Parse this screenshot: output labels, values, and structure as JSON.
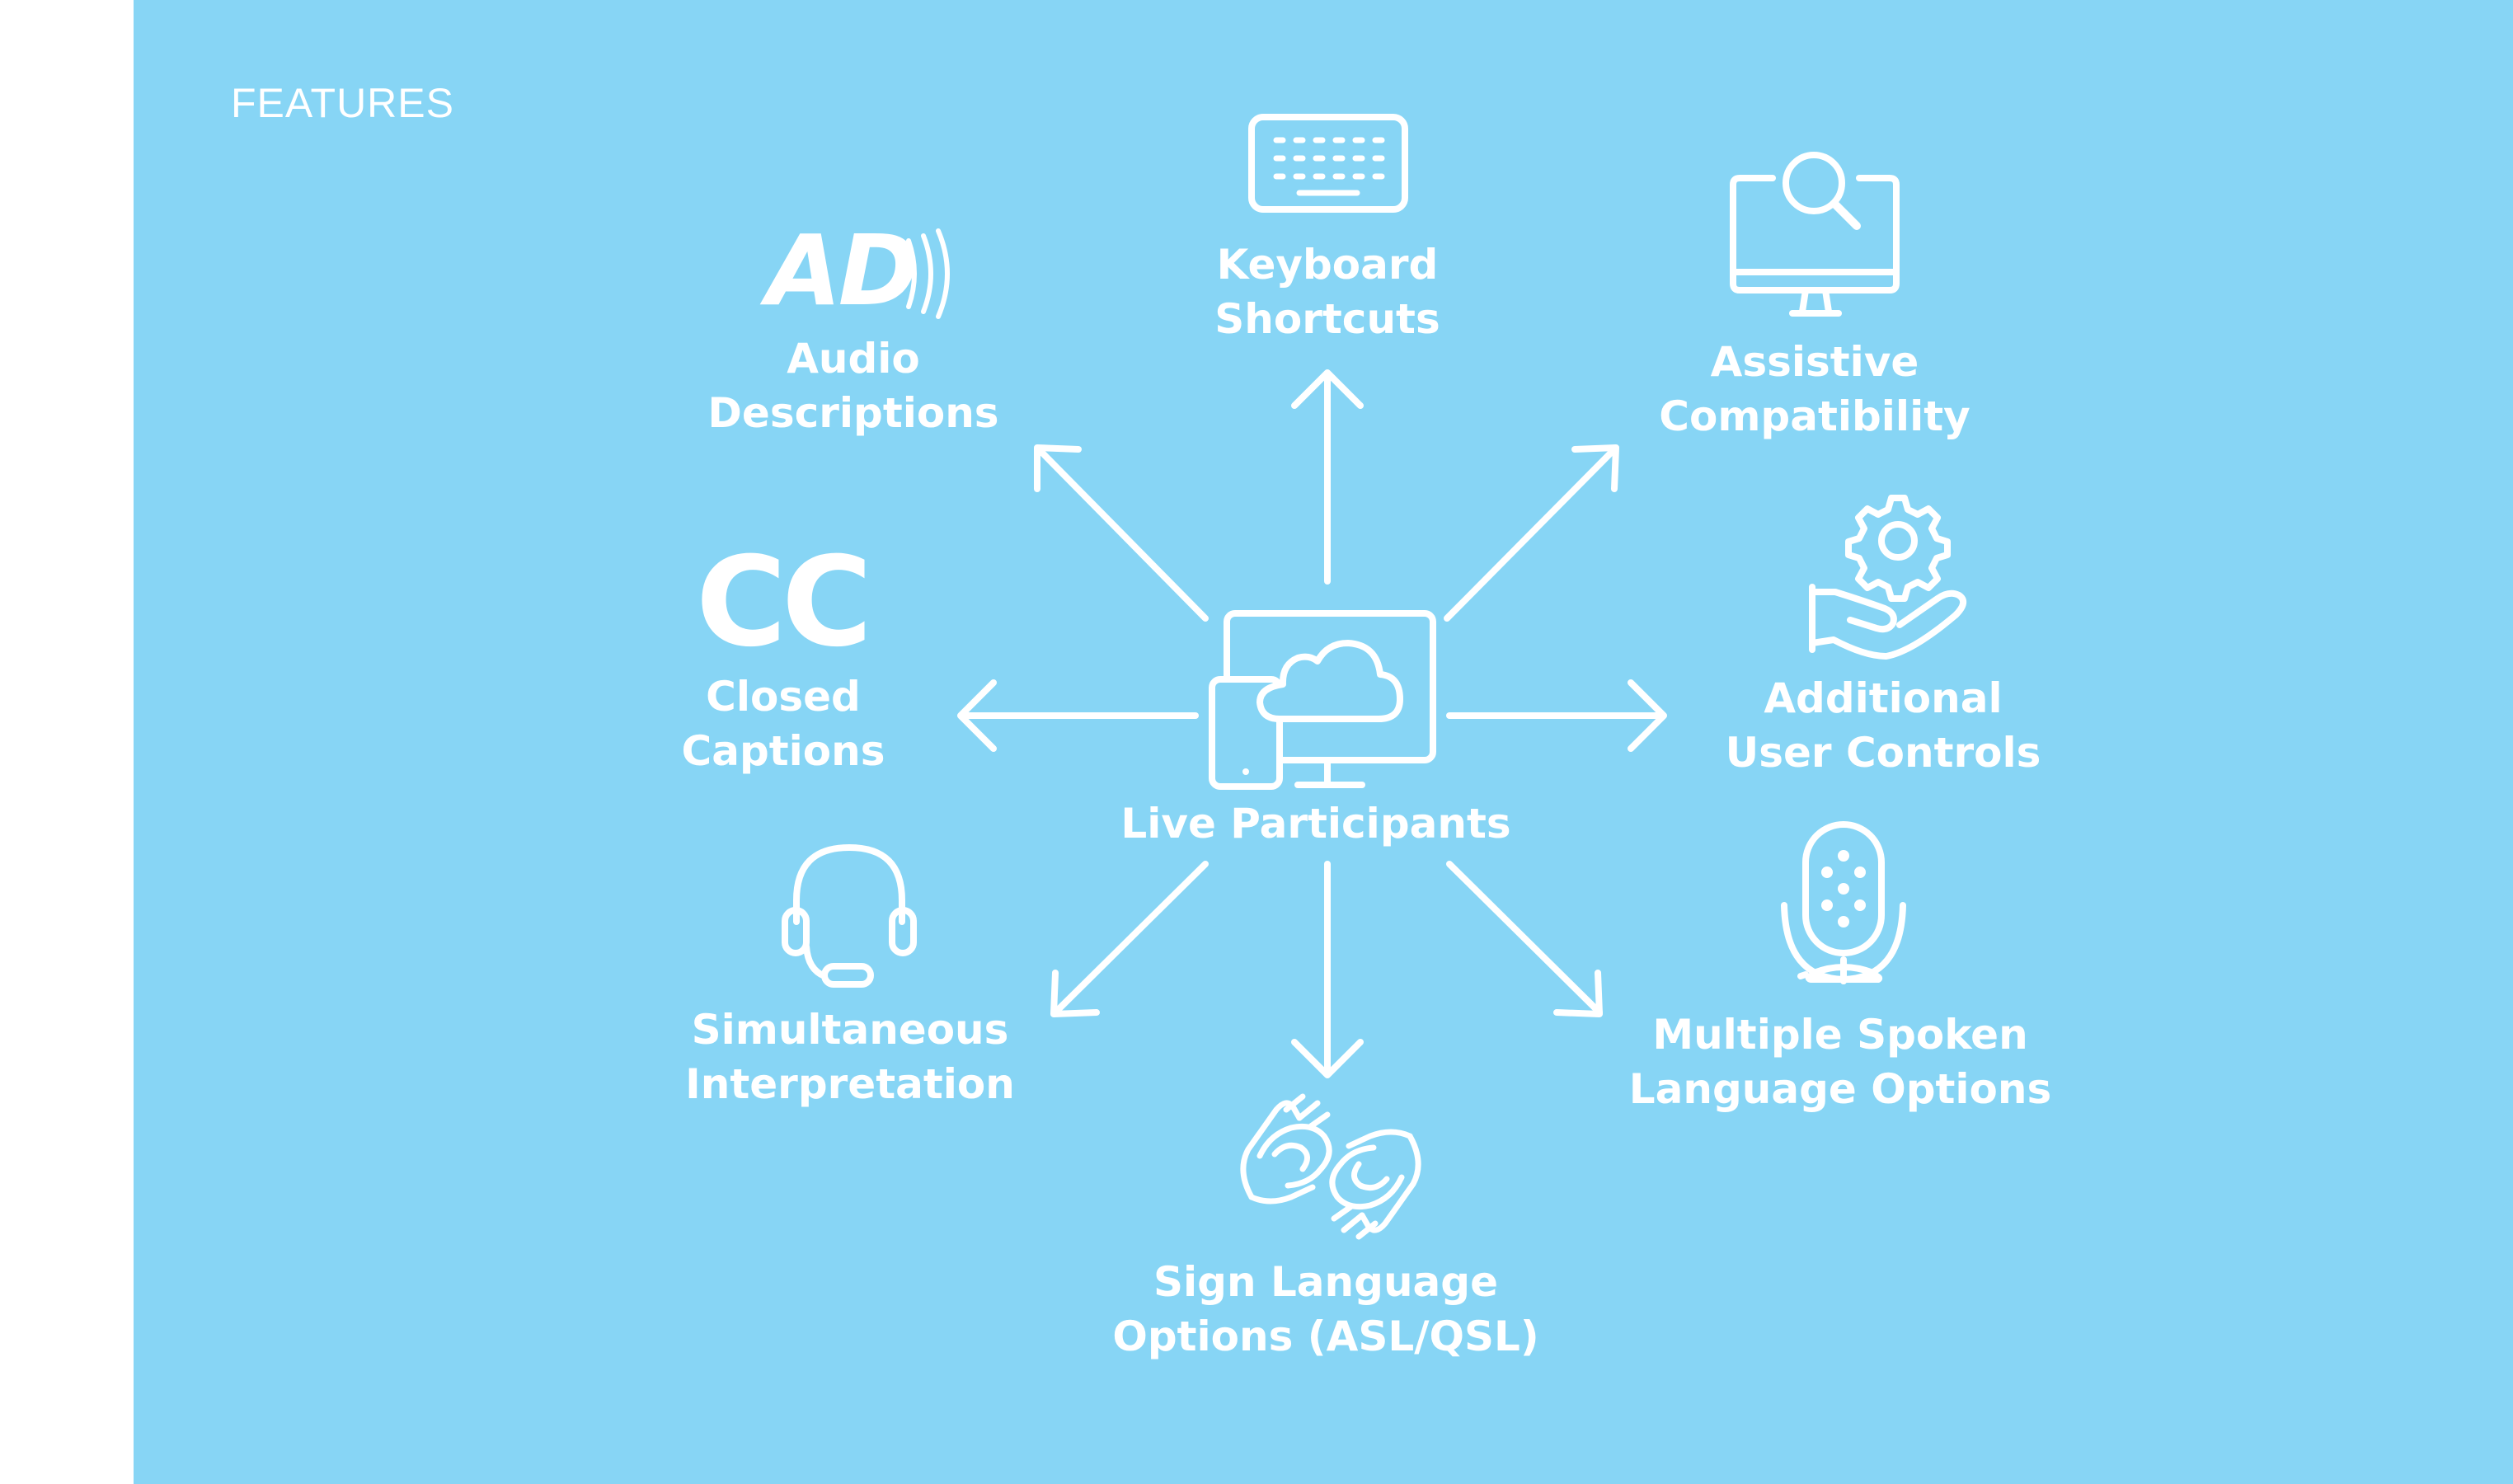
{
  "section_title": "FEATURES",
  "center": {
    "label": "Live Participants",
    "icon": "devices-cloud-icon"
  },
  "features": [
    {
      "id": "keyboard",
      "line1": "Keyboard",
      "line2": "Shortcuts",
      "icon": "keyboard-icon"
    },
    {
      "id": "assistive",
      "line1": "Assistive",
      "line2": "Compatibility",
      "icon": "monitor-search-icon"
    },
    {
      "id": "controls",
      "line1": "Additional",
      "line2": "User Controls",
      "icon": "hand-gear-icon"
    },
    {
      "id": "spoken",
      "line1": "Multiple Spoken",
      "line2": "Language Options",
      "icon": "microphone-icon"
    },
    {
      "id": "sign",
      "line1": "Sign Language",
      "line2": "Options (ASL/QSL)",
      "icon": "sign-language-icon"
    },
    {
      "id": "interpretation",
      "line1": "Simultaneous",
      "line2": "Interpretation",
      "icon": "headset-icon"
    },
    {
      "id": "captions",
      "line1": "Closed",
      "line2": "Captions",
      "icon": "closed-captions-icon",
      "icon_text": "CC"
    },
    {
      "id": "audio",
      "line1": "Audio",
      "line2": "Descriptions",
      "icon": "audio-description-icon",
      "icon_text": "AD"
    }
  ],
  "colors": {
    "background": "#87d5f5",
    "foreground": "#ffffff",
    "page": "#ffffff"
  }
}
